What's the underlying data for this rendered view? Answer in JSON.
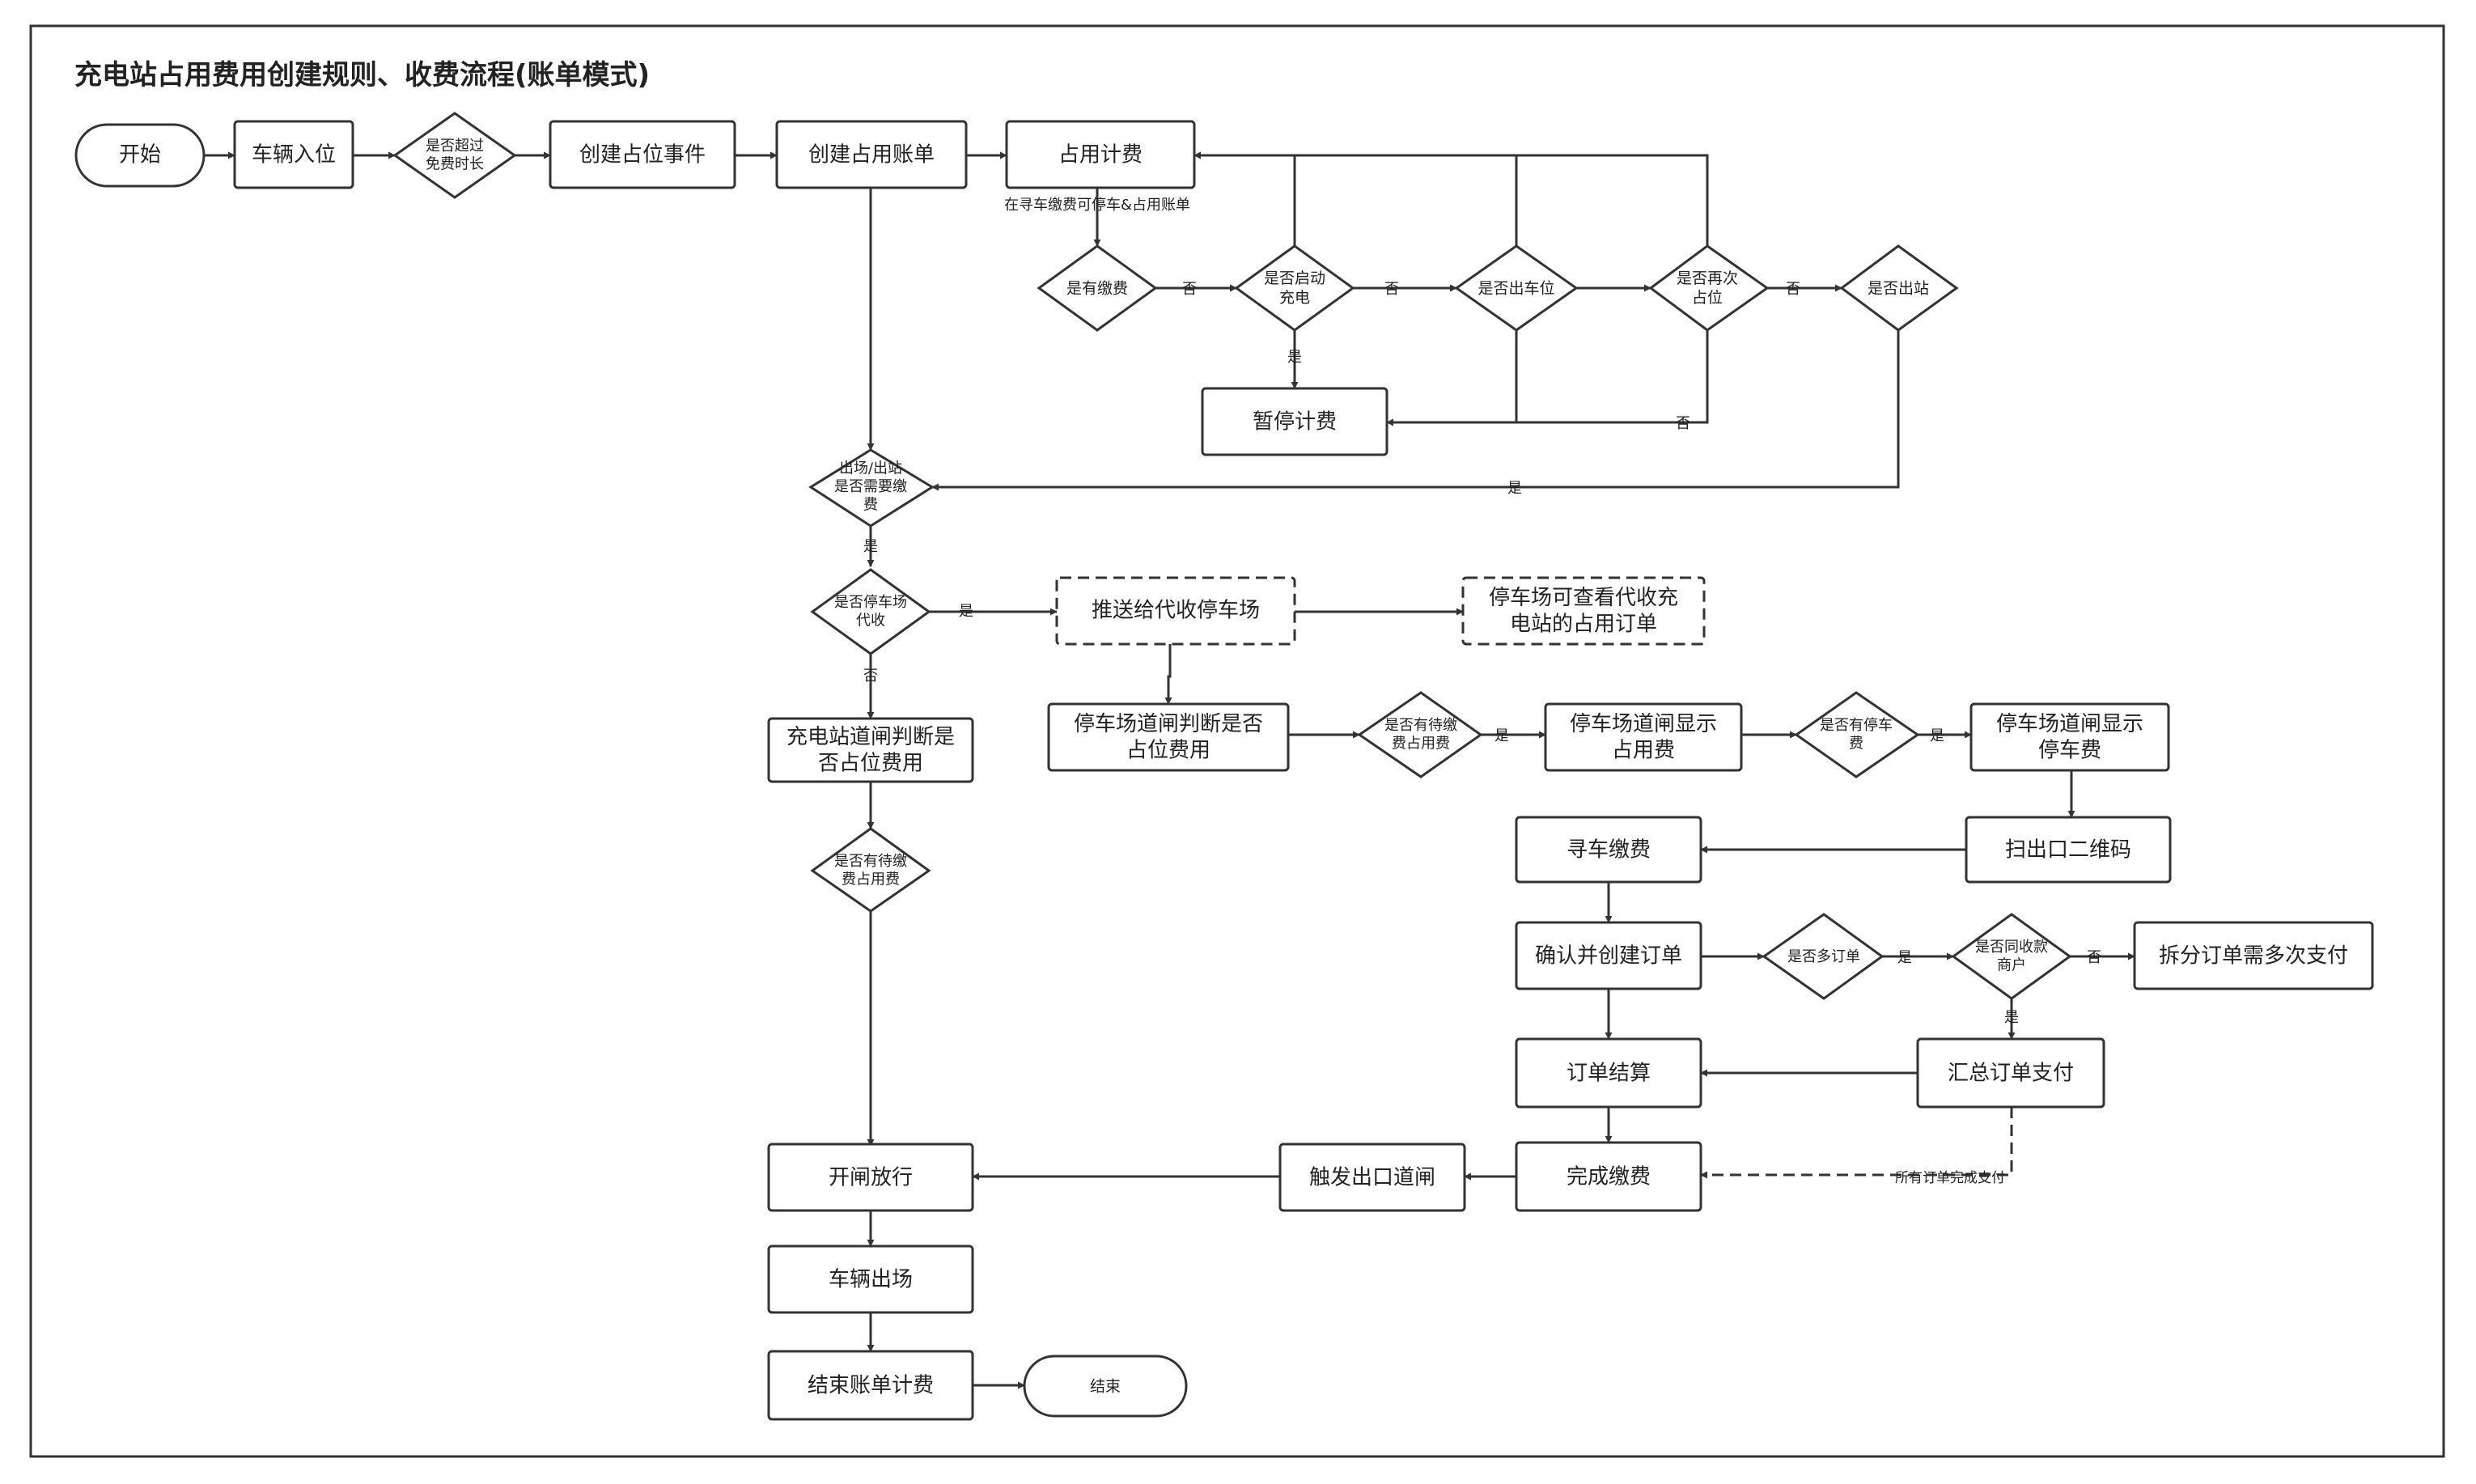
{
  "title": "充电站占用费用创建规则、收费流程(账单模式)",
  "colors": {
    "stroke": "#333333",
    "text": "#222222",
    "background": "#ffffff"
  },
  "nodes": {
    "start": "开始",
    "vehicle_in": "车辆入位",
    "exceed_free": "是否超过免费时长",
    "create_event": "创建占位事件",
    "create_bill": "创建占用账单",
    "occupy_billing": "占用计费",
    "has_paid": "是有缴费",
    "start_charging": "是否启动充电",
    "left_spot": "是否出车位",
    "reoccupy": "是否再次占位",
    "exit_station": "是否出站",
    "pause_billing": "暂停计费",
    "need_pay": "出场/出站是否需要缴费",
    "parking_collect": "是否停车场代收",
    "push_parking": "推送给代收停车场",
    "parking_view": "停车场可查看代收充电站的占用订单",
    "station_gate": "充电站道闸判断是否占位费用",
    "parking_gate": "停车场道闸判断是否占位费用",
    "has_pending_fee": "是否有待缴费占用费",
    "pending_fee2": "是否有待缴费占用费",
    "gate_show_fee": "停车场道闸显示占用费",
    "has_parking_fee": "是否有停车费",
    "gate_show_parking": "停车场道闸显示停车费",
    "scan_qr": "扫出口二维码",
    "find_car_pay": "寻车缴费",
    "confirm_order": "确认并创建订单",
    "multi_order": "是否多订单",
    "same_merchant": "是否同收款商户",
    "split_order": "拆分订单需多次支付",
    "order_settle": "订单结算",
    "summary_pay": "汇总订单支付",
    "pay_done": "完成缴费",
    "trigger_gate": "触发出口道闸",
    "open_gate": "开闸放行",
    "vehicle_out": "车辆出场",
    "end_billing": "结束账单计费",
    "end": "结束"
  },
  "edge_labels": {
    "parking_pay_note": "在寻车缴费可停车&占用账单",
    "yes": "是",
    "no": "否",
    "all_paid": "所有订单完成支付"
  }
}
